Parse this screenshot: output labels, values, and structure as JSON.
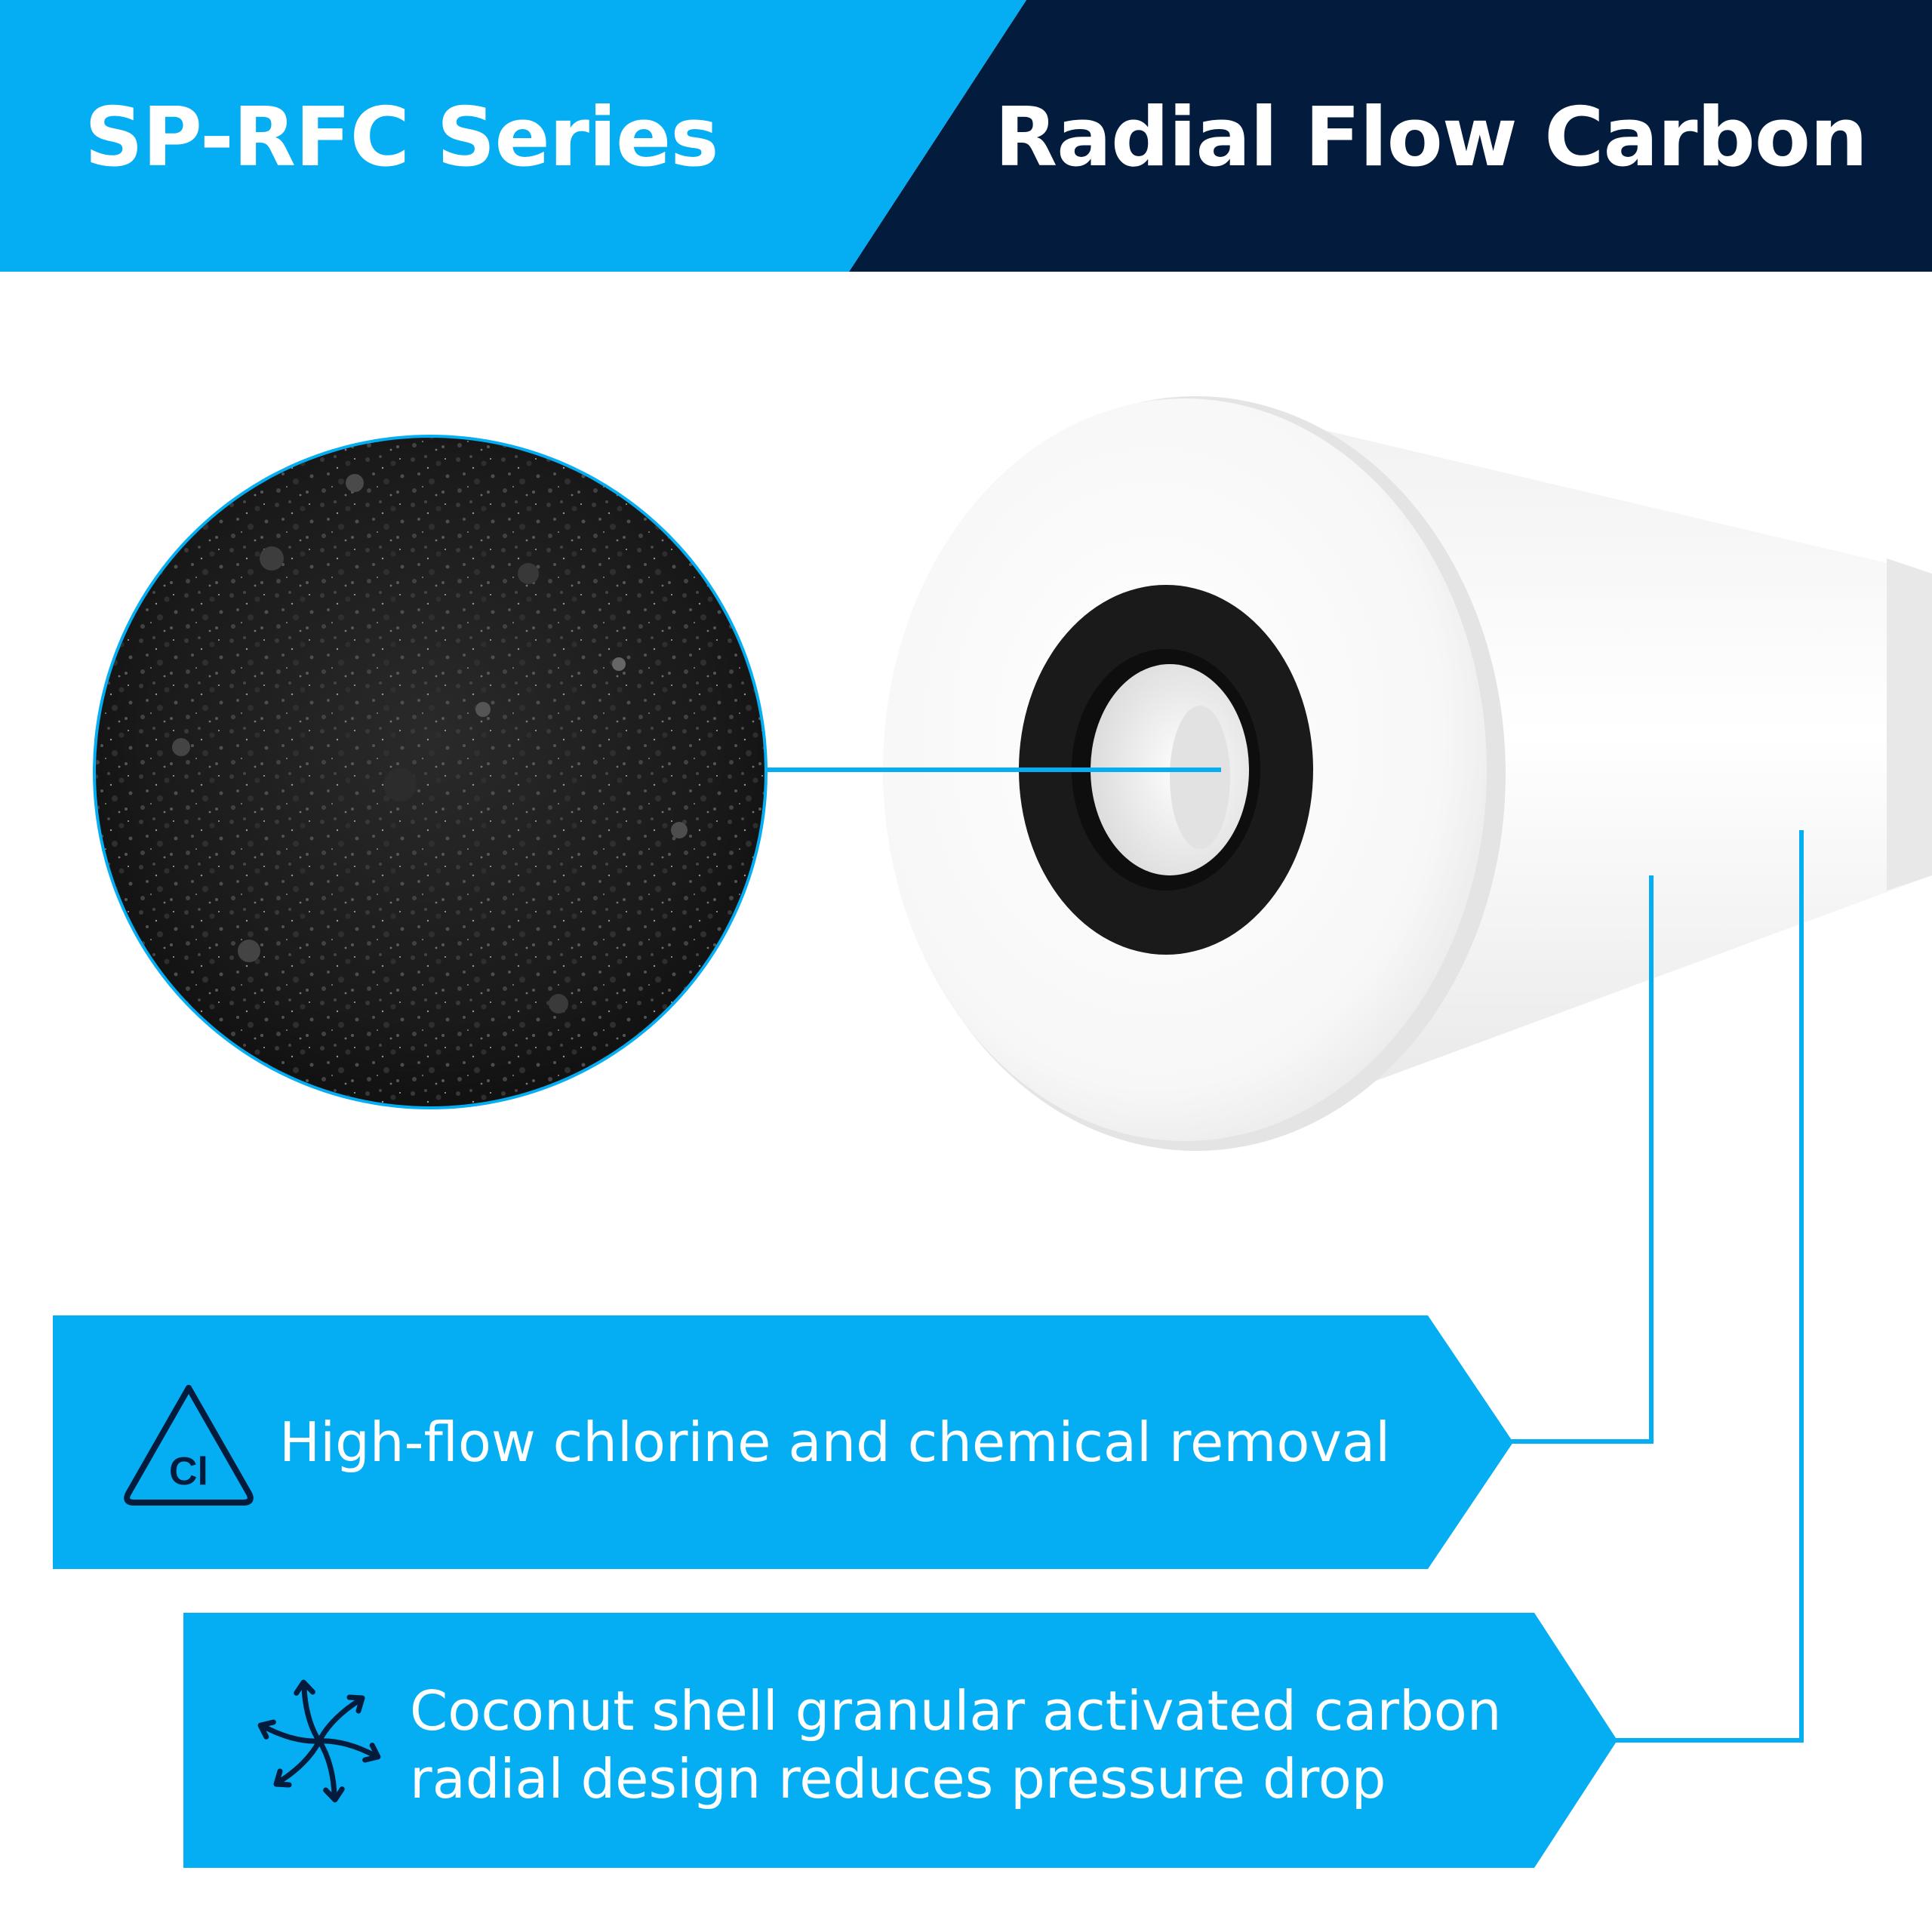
{
  "header": {
    "series_title": "SP-RFC Series",
    "product_title": "Radial Flow Carbon"
  },
  "features": [
    {
      "icon": "chlorine-triangle-icon",
      "icon_label": "Cl",
      "text": "High-flow chlorine and chemical removal"
    },
    {
      "icon": "radial-flow-arrows-icon",
      "text_line1": "Coconut shell granular activated carbon",
      "text_line2": "radial design reduces pressure drop"
    }
  ],
  "colors": {
    "accent_blue": "#05aef2",
    "navy": "#031b3c",
    "carbon_black": "#1b1b1b",
    "cartridge_white": "#ffffff"
  }
}
